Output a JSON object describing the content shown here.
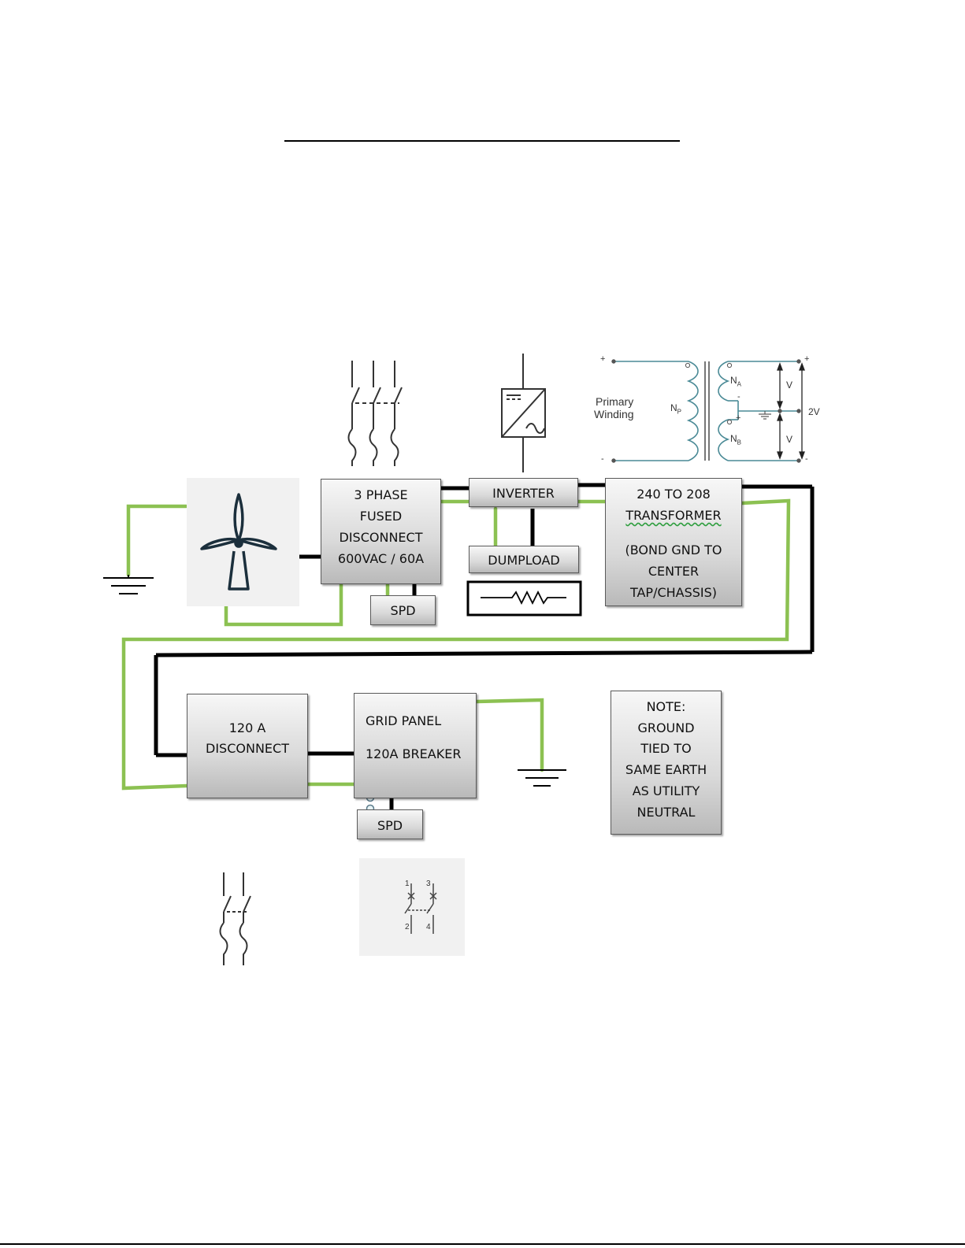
{
  "blocks": {
    "fused_disconnect": [
      "3 PHASE",
      "FUSED",
      "DISCONNECT",
      "600VAC / 60A"
    ],
    "inverter": "INVERTER",
    "transformer": [
      "240 TO 208",
      "TRANSFORMER",
      "(BOND GND TO",
      "CENTER",
      "TAP/CHASSIS)"
    ],
    "dumpload": "DUMPLOAD",
    "spd_top": "SPD",
    "disconnect_120": [
      "120 A",
      "DISCONNECT"
    ],
    "grid_panel": [
      "GRID PANEL",
      "120A BREAKER"
    ],
    "spd_bottom": "SPD",
    "note": [
      "NOTE:",
      "GROUND",
      "TIED TO",
      "SAME EARTH",
      "AS UTILITY",
      "NEUTRAL"
    ]
  },
  "transformer_schematic": {
    "primary_label_1": "Primary",
    "primary_label_2": "Winding",
    "np": "N",
    "np_sub": "P",
    "na": "N",
    "na_sub": "A",
    "nb": "N",
    "nb_sub": "B",
    "v_upper": "V",
    "v_lower": "V",
    "v_total": "2V",
    "plus": "+",
    "minus": "-"
  },
  "breaker_schematic": {
    "pin1": "1",
    "pin2": "2",
    "pin3": "3",
    "pin4": "4"
  },
  "colors": {
    "power_wire": "#000000",
    "ground_wire": "#8cc152",
    "turbine": "#1b2f3c",
    "transformer_lines": "#4a8a96"
  },
  "icons": [
    "wind-turbine-icon",
    "ground-symbol-icon",
    "three-pole-fuse-icon",
    "inverter-icon",
    "resistor-icon",
    "two-pole-fuse-icon",
    "breaker-icon"
  ]
}
